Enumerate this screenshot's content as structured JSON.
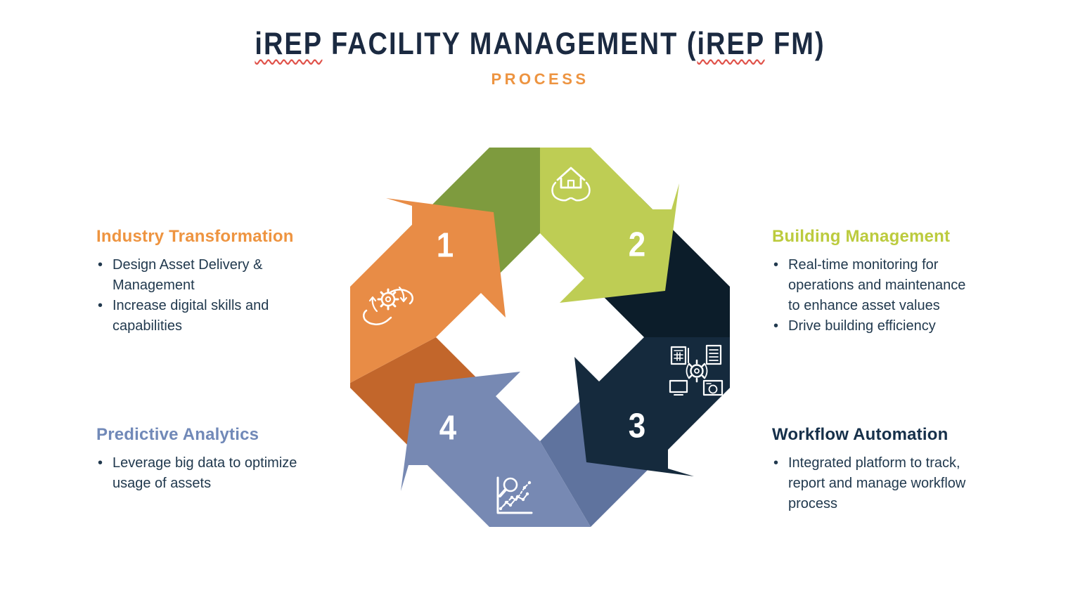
{
  "slide": {
    "title_parts": [
      "iREP",
      " FACILITY MANAGEMENT (",
      "iREP",
      " FM)"
    ],
    "subtitle": "PROCESS",
    "colors": {
      "title_text": "#1B2A41",
      "subtitle_text": "#ED9441",
      "squiggle": "#E0524A",
      "body_text": "#21394E",
      "background": "#FFFFFF"
    }
  },
  "diagram": {
    "steps": [
      {
        "number": "1",
        "icon": "hands-gear-cycle-icon",
        "color": "#E88C46",
        "shade": "#C2662B"
      },
      {
        "number": "2",
        "icon": "hands-holding-house-icon",
        "color": "#BECD54",
        "shade": "#7E9B3E"
      },
      {
        "number": "3",
        "icon": "connected-systems-icon",
        "color": "#152A3D",
        "shade": "#0C1D2A"
      },
      {
        "number": "4",
        "icon": "chart-magnifier-icon",
        "color": "#7789B3",
        "shade": "#5F739E"
      }
    ]
  },
  "panels": [
    {
      "heading": "Industry Transformation",
      "heading_color": "#EE9440",
      "bullets": [
        "Design Asset Delivery &\nManagement",
        "Increase digital skills and\ncapabilities"
      ]
    },
    {
      "heading": "Building Management",
      "heading_color": "#BCCB3E",
      "bullets": [
        "Real-time monitoring for\noperations and maintenance\nto enhance asset values",
        "Drive building efficiency"
      ]
    },
    {
      "heading": "Predictive Analytics",
      "heading_color": "#7189B8",
      "bullets": [
        "Leverage big data to optimize\nusage of assets"
      ]
    },
    {
      "heading": "Workflow Automation",
      "heading_color": "#16304A",
      "bullets": [
        "Integrated platform to track,\nreport and manage workflow\nprocess"
      ]
    }
  ]
}
